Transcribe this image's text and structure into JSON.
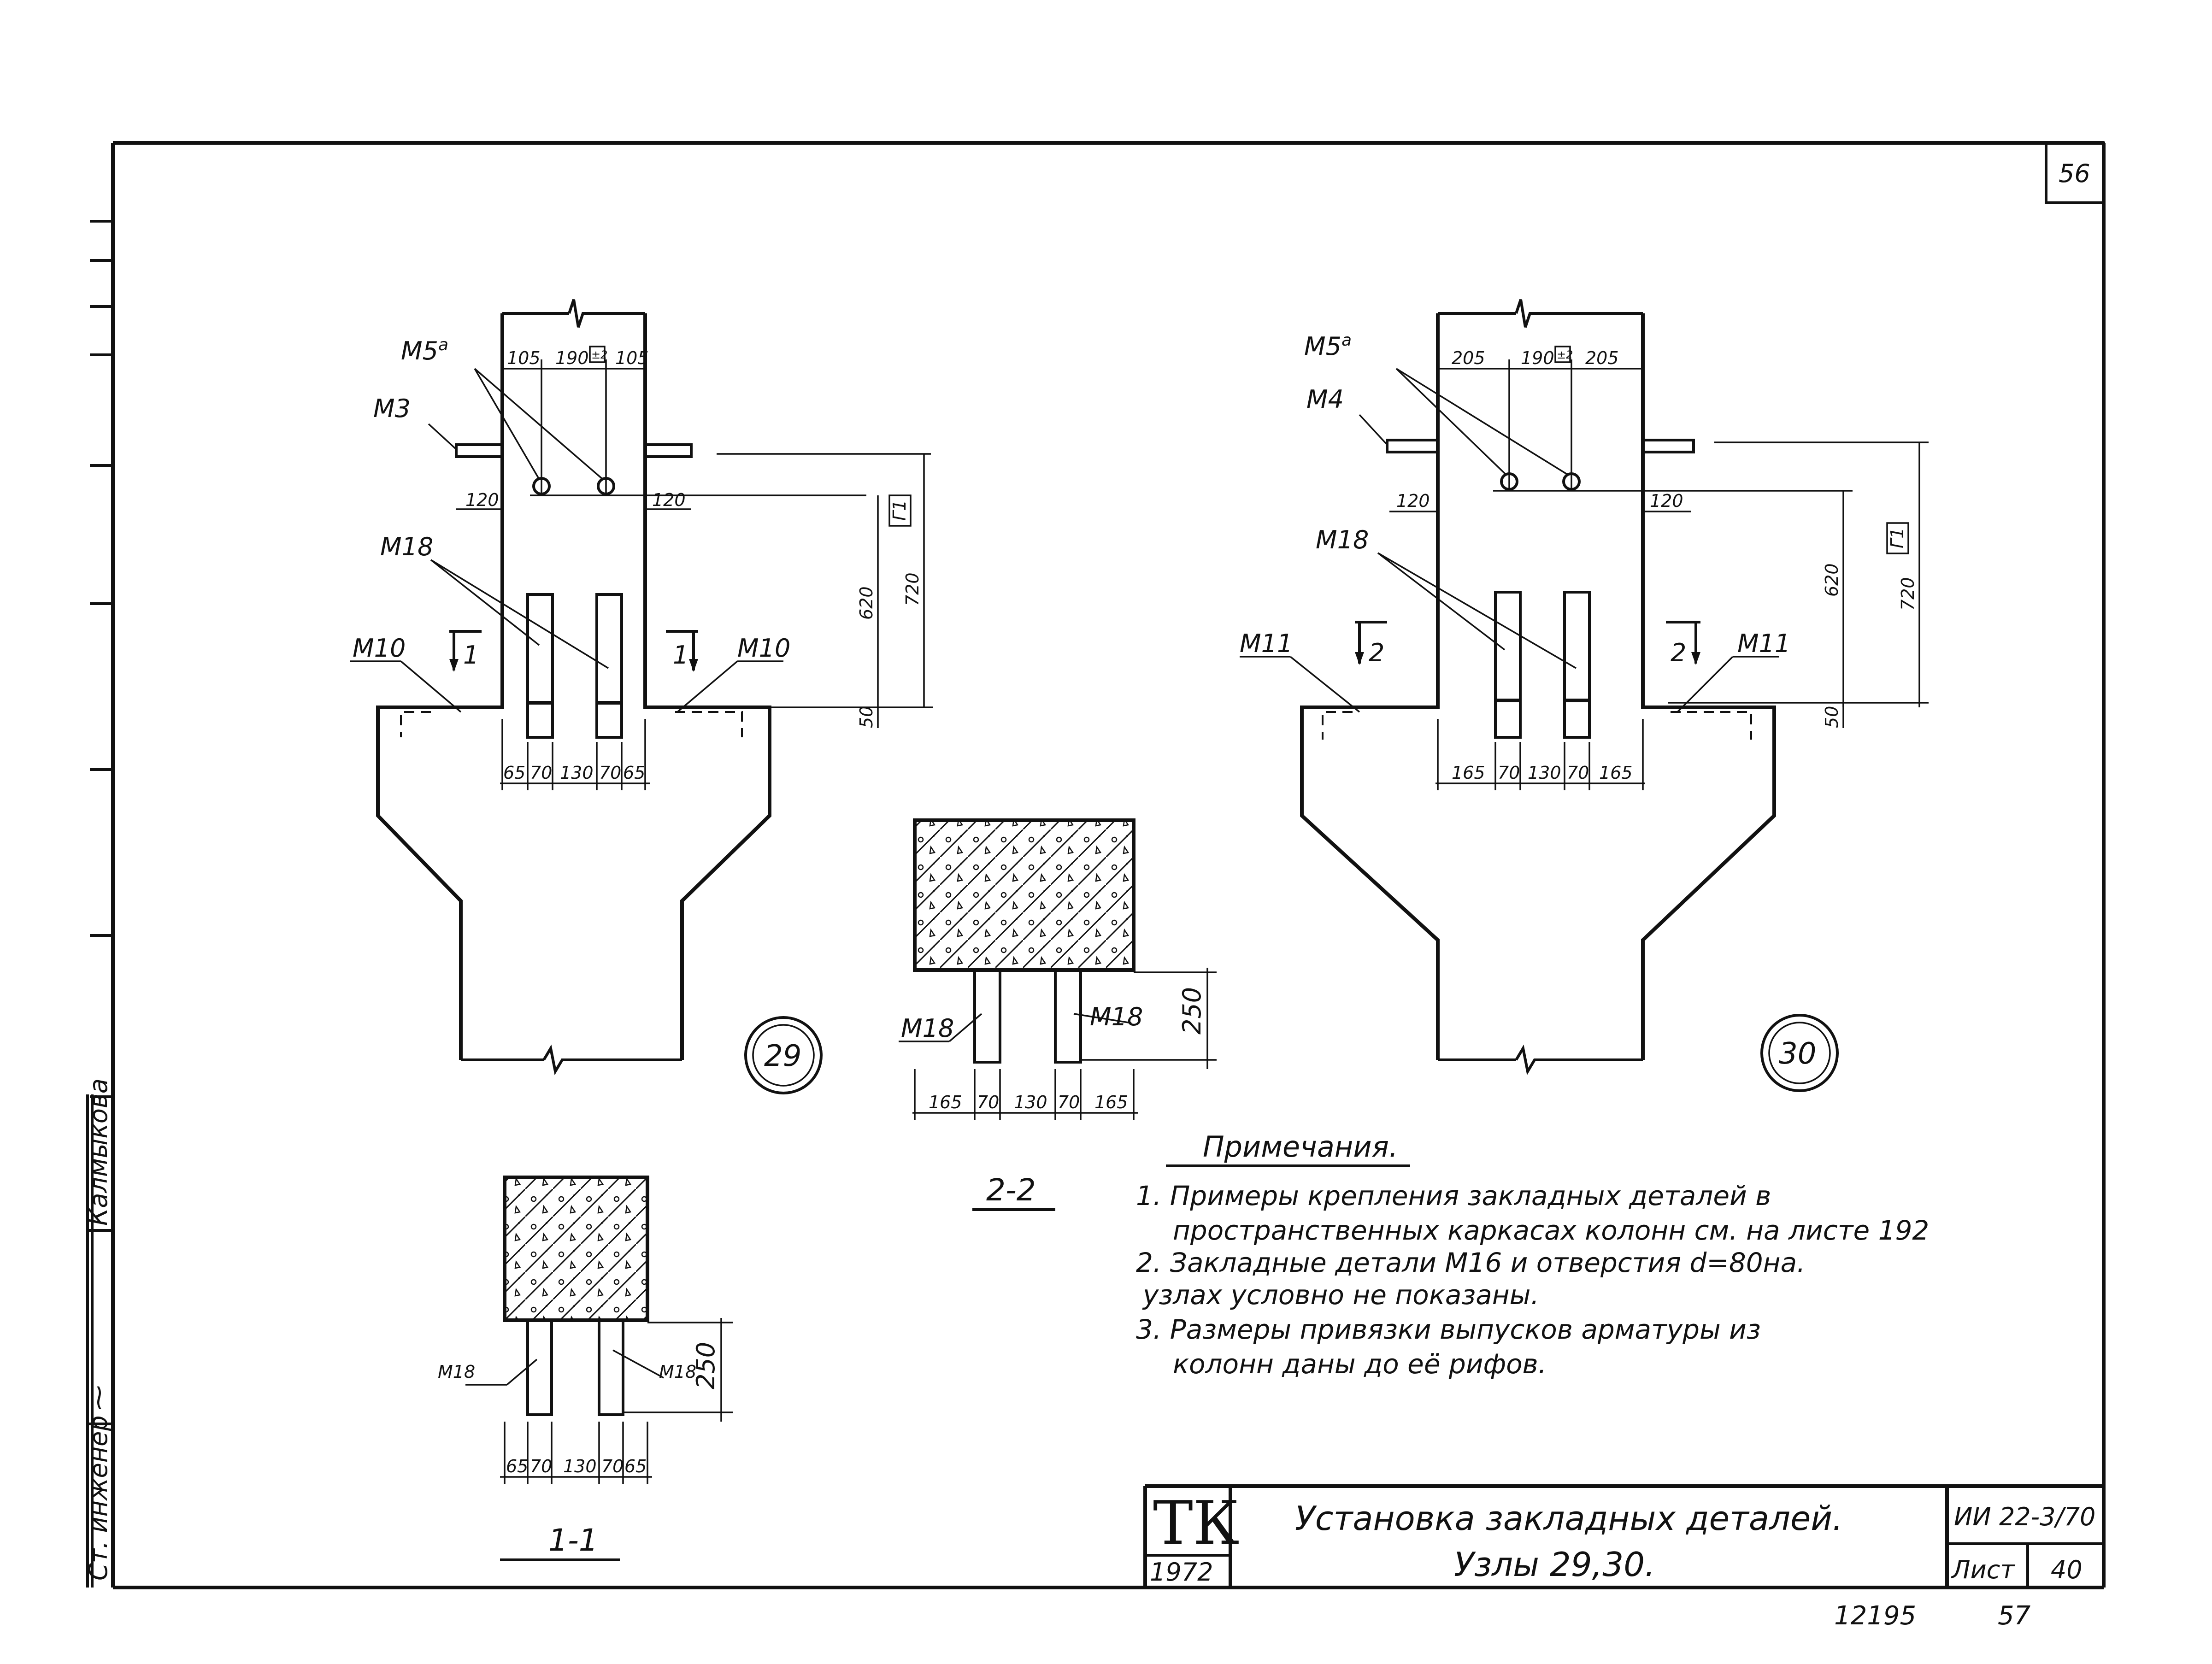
{
  "sheet": {
    "page_number": "56",
    "title_line1": "Установка закладных деталей.",
    "title_line2": "Узлы 29,30.",
    "logo": "ТК",
    "year": "1972",
    "series_code": "ИИ 22-3/70",
    "sheet_label": "Лист",
    "sheet_number": "40",
    "archive_number": "12195",
    "archive_page": "57"
  },
  "side_stamp": {
    "role": "Ст. инженер",
    "name": "Калмыкова"
  },
  "notes": {
    "heading": "Примечания.",
    "items": [
      "1. Примеры крепления закладных деталей  в",
      "пространственных каркасах колонн см. на листе 192",
      "2. Закладные детали  М16 и отверстия d=80на.",
      "узлах условно не показаны.",
      "3. Размеры привязки выпусков арматуры из",
      "колонн даны до её рифов."
    ]
  },
  "node29": {
    "badge": "29",
    "labels": {
      "m5a": "М5",
      "m5a_sup": "а",
      "m3": "М3",
      "m18": "М18",
      "m10_left": "М10",
      "m10_right": "М10",
      "cut_left": "1",
      "cut_right": "1"
    },
    "dims_top": [
      "105",
      "190",
      "105"
    ],
    "tol": "±2",
    "dim_120_left": "120",
    "dim_120_right": "120",
    "dim_620": "620",
    "dim_720": "720",
    "dim_50": "50",
    "box_mark": "Г1",
    "dims_bottom": [
      "65",
      "70",
      "130",
      "70",
      "65"
    ]
  },
  "node30": {
    "badge": "30",
    "labels": {
      "m5a": "М5",
      "m5a_sup": "а",
      "m4": "М4",
      "m18": "М18",
      "m11_left": "М11",
      "m11_right": "М11",
      "cut_left": "2",
      "cut_right": "2"
    },
    "dims_top": [
      "205",
      "190",
      "205"
    ],
    "tol": "±2",
    "dim_120_left": "120",
    "dim_120_right": "120",
    "dim_620": "620",
    "dim_720": "720",
    "dim_50": "50",
    "box_mark": "Г1",
    "dims_bottom": [
      "165",
      "70",
      "130",
      "70",
      "165"
    ]
  },
  "section22": {
    "title": "2-2",
    "m18_left": "М18",
    "m18_right": "М18",
    "dim_250": "250",
    "dims_bottom": [
      "165",
      "70",
      "130",
      "70",
      "165"
    ]
  },
  "section11": {
    "title": "1-1",
    "m18_left": "М18",
    "m18_right": "М18",
    "dim_250": "250",
    "dims_bottom": [
      "65",
      "70",
      "130",
      "70",
      "65"
    ]
  }
}
